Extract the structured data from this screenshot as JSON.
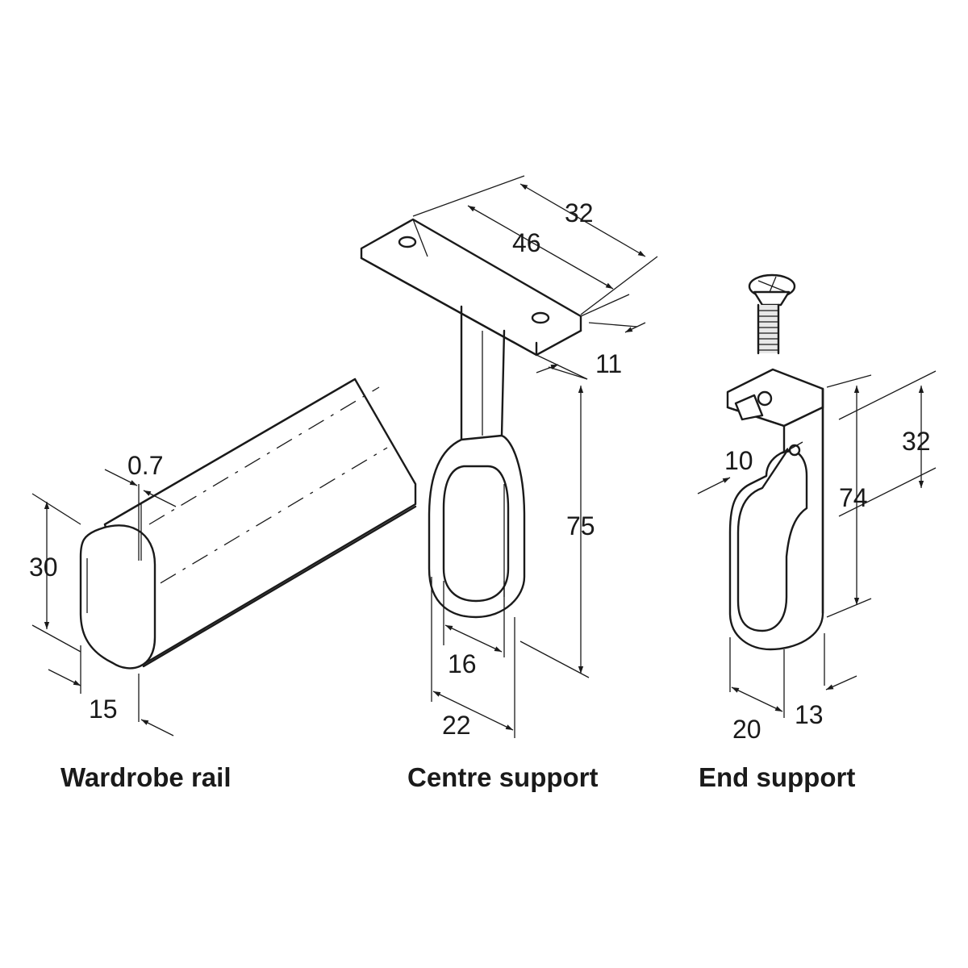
{
  "parts": {
    "rail": {
      "caption": "Wardrobe rail",
      "dims": {
        "height": "30",
        "depth": "15",
        "wall": "0.7"
      }
    },
    "centre": {
      "caption": "Centre support",
      "dims": {
        "hole_spacing": "32",
        "plate_length": "46",
        "thickness": "11",
        "height": "75",
        "inner_width": "16",
        "outer_width": "22"
      }
    },
    "end": {
      "caption": "End support",
      "dims": {
        "top_height": "32",
        "screw_offset": "10",
        "height": "74",
        "width": "20",
        "depth": "13"
      }
    }
  },
  "colors": {
    "ink": "#1a1a1a",
    "background": "#ffffff"
  }
}
